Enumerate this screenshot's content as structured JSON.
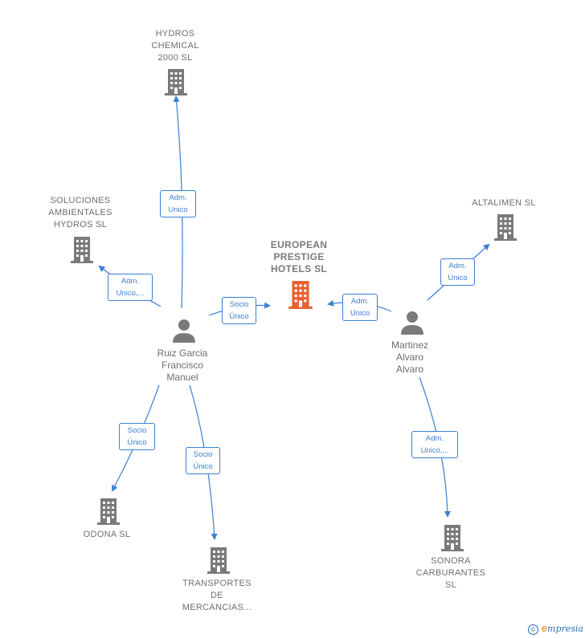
{
  "nodes": {
    "hydros_chemical": {
      "label": "HYDROS\nCHEMICAL\n2000  SL"
    },
    "soluciones": {
      "label": "SOLUCIONES\nAMBIENTALES\nHYDROS  SL"
    },
    "european": {
      "label": "EUROPEAN\nPRESTIGE\nHOTELS  SL"
    },
    "altalimen": {
      "label": "ALTALIMEN  SL"
    },
    "odona": {
      "label": "ODONA  SL"
    },
    "transportes": {
      "label": "TRANSPORTES\nDE\nMERCANCIAS..."
    },
    "sonora": {
      "label": "SONORA\nCARBURANTES\nSL"
    },
    "ruiz": {
      "label": "Ruiz Garcia\nFrancisco\nManuel"
    },
    "martinez": {
      "label": "Martinez\nAlvaro\nAlvaro"
    }
  },
  "edges": {
    "ruiz_hydros": "Adm.\nUnico",
    "ruiz_soluciones": "Adm.\nUnico,...",
    "ruiz_european": "Socio\nÚnico",
    "ruiz_odona": "Socio\nÚnico",
    "ruiz_transportes": "Socio\nÚnico",
    "martinez_european": "Adm.\nUnico",
    "martinez_altalimen": "Adm.\nUnico",
    "martinez_sonora": "Adm.\nUnico,..."
  },
  "footer": {
    "copyright": "©",
    "brand_initial": "e",
    "brand_rest": "mpresia"
  },
  "colors": {
    "edge": "#3a7fd5",
    "building": "#7a7a7a",
    "main_building": "#e8602c",
    "person": "#7a7a7a"
  }
}
